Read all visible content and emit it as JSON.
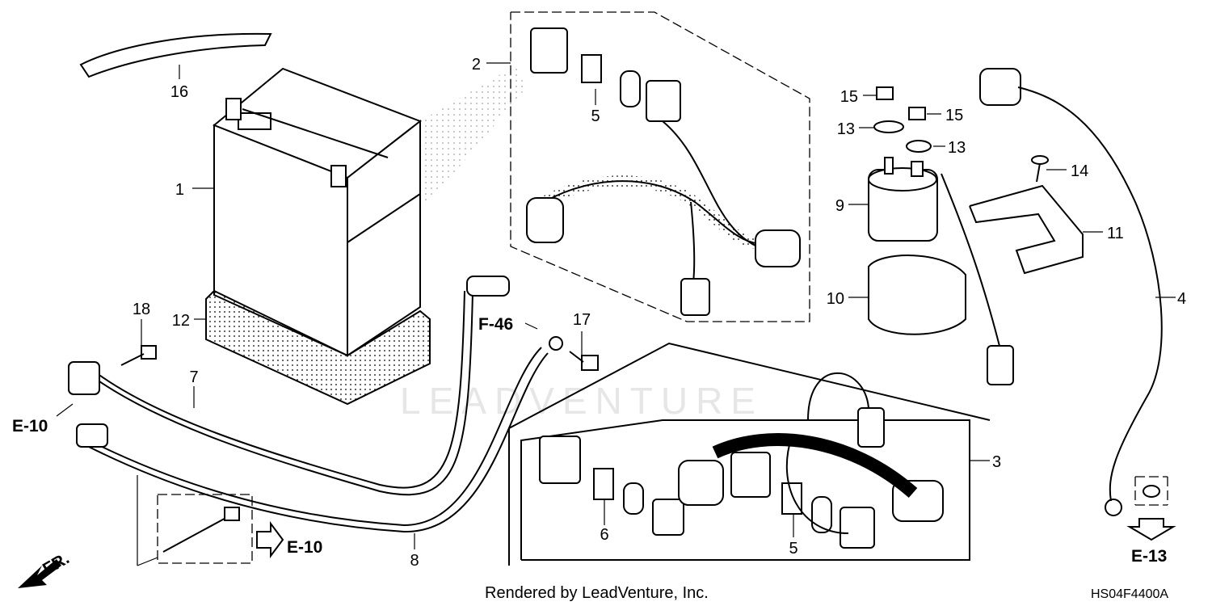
{
  "callouts": {
    "c1": "1",
    "c2": "2",
    "c3": "3",
    "c4": "4",
    "c5a": "5",
    "c5b": "5",
    "c6": "6",
    "c7": "7",
    "c8": "8",
    "c9": "9",
    "c10": "10",
    "c11": "11",
    "c12": "12",
    "c13a": "13",
    "c13b": "13",
    "c14": "14",
    "c15a": "15",
    "c15b": "15",
    "c16": "16",
    "c17": "17",
    "c18": "18"
  },
  "references": {
    "e10_left": "E-10",
    "e10_bottom": "E-10",
    "e13": "E-13",
    "f46": "F-46",
    "front": "FR."
  },
  "watermark": "LEADVENTURE",
  "footer": {
    "rendered_by": "Rendered by LeadVenture, Inc.",
    "diagram_code": "HS04F4400A"
  }
}
